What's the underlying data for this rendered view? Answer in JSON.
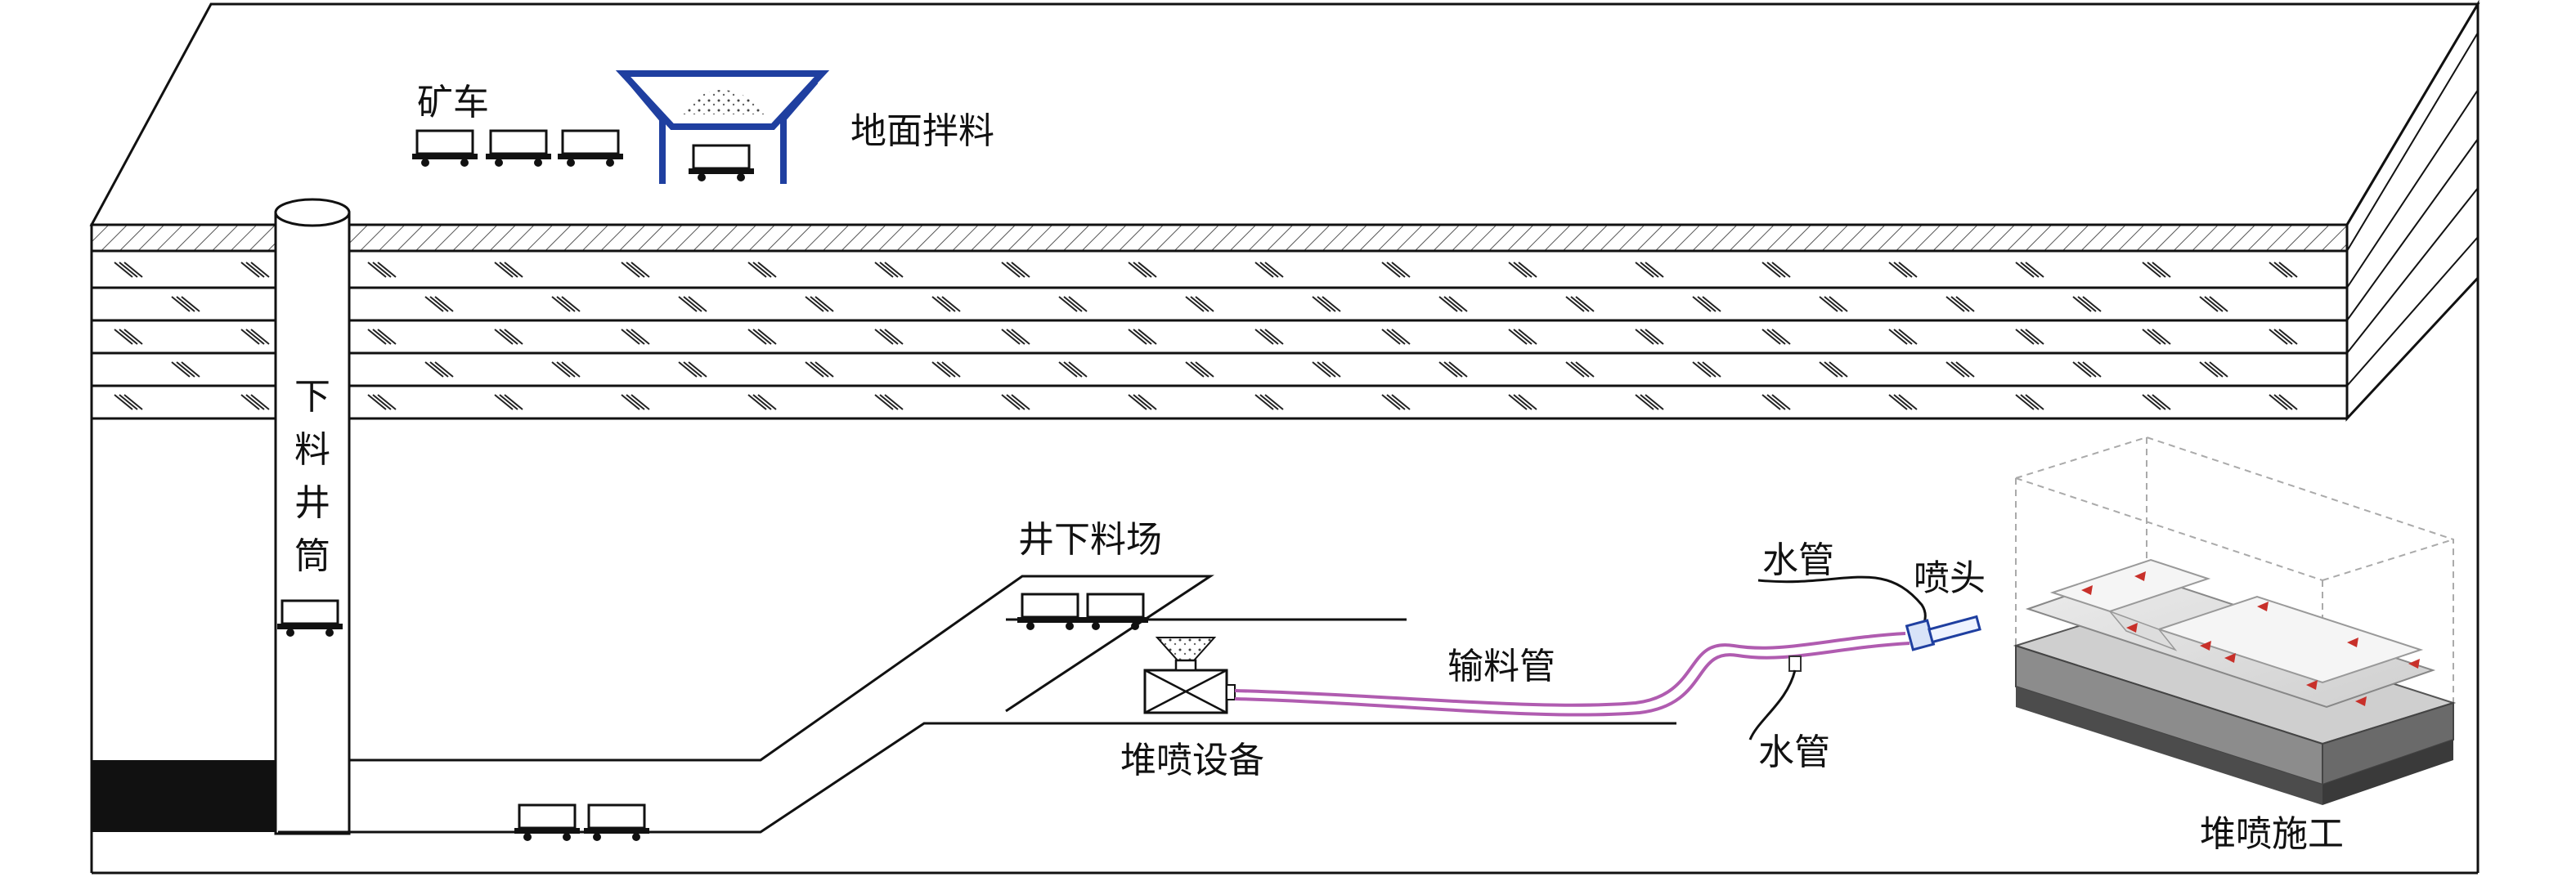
{
  "labels": {
    "mine_cart": "矿车",
    "surface_mixing": "地面拌料",
    "shaft": [
      "下",
      "料",
      "井",
      "筒"
    ],
    "underground_yard": "井下料场",
    "conveying_pipe": "输料管",
    "water_pipe_top": "水管",
    "water_pipe_bottom": "水管",
    "nozzle": "喷头",
    "spraying_equipment": "堆喷设备",
    "spraying_construction": "堆喷施工"
  },
  "colors": {
    "line": "#111111",
    "hopper": "#1f3fa0",
    "pipe": "#b05cb0",
    "arrow": "#c8302a",
    "rock": "#111111"
  }
}
